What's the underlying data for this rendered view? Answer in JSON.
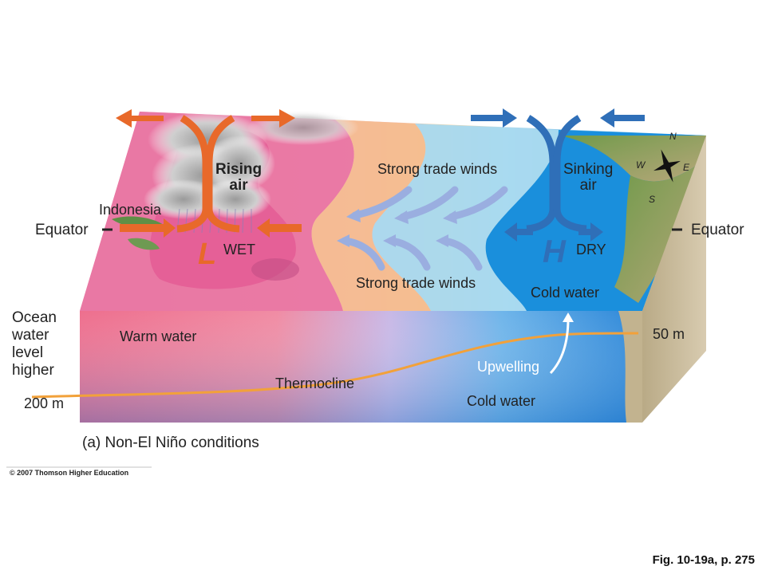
{
  "diagram": {
    "labels": {
      "rising_air": "Rising\nair",
      "sinking_air": "Sinking\nair",
      "strong_trade_winds_top": "Strong trade winds",
      "strong_trade_winds_bottom": "Strong trade winds",
      "indonesia": "Indonesia",
      "equator_left": "Equator",
      "equator_right": "Equator",
      "wet": "WET",
      "dry": "DRY",
      "low": "L",
      "high": "H",
      "cold_water_surface": "Cold water",
      "cold_water_deep": "Cold water",
      "warm_water": "Warm water",
      "thermocline": "Thermocline",
      "upwelling": "Upwelling",
      "depth_50": "50 m",
      "depth_200": "200 m",
      "ocean_level": "Ocean\nwater\nlevel\nhigher",
      "compass_n": "N",
      "compass_s": "S",
      "compass_e": "E",
      "compass_w": "W"
    },
    "caption": "(a) Non-El Niño conditions",
    "copyright": "© 2007 Thomson Higher Education",
    "figure_ref": "Fig. 10-19a, p. 275",
    "colors": {
      "warm": "#e8689a",
      "warm_light": "#f29ab8",
      "transition": "#f7c98a",
      "cool_light": "#a9d8ef",
      "cool": "#1a8fd6",
      "ocean_deep": "#3b8fd9",
      "thermocline": "#f2a13a",
      "convergence_arrow": "#e8692a",
      "divergence_arrow": "#2f6fb8",
      "trade_wind_arrow": "#9aaee0"
    }
  }
}
